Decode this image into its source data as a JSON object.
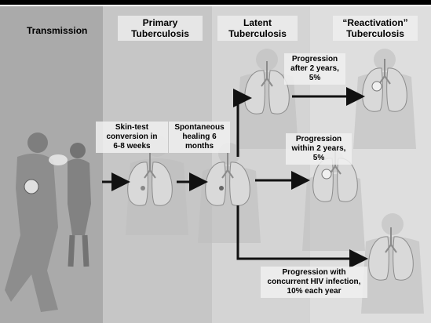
{
  "headers": {
    "transmission": "Transmission",
    "primary_line1": "Primary",
    "primary_line2": "Tuberculosis",
    "latent_line1": "Latent",
    "latent_line2": "Tuberculosis",
    "reactivation_line1": "“Reactivation”",
    "reactivation_line2": "Tuberculosis"
  },
  "labels": {
    "skin_test": [
      "Skin-test",
      "conversion in",
      "6-8 weeks"
    ],
    "spontaneous": [
      "Spontaneous",
      "healing 6",
      "months"
    ],
    "after_2_years": [
      "Progression",
      "after 2 years,",
      "5%"
    ],
    "within_2_years": [
      "Progression",
      "within 2 years,",
      "5%"
    ],
    "hiv": [
      "Progression with",
      "concurrent HIV infection,",
      "10% each year"
    ]
  },
  "colors": {
    "transmission_panel": "#aaaaaa",
    "primary_panel": "#c6c6c6",
    "latent_panel": "#d4d4d4",
    "reactivation_panel": "#dedede",
    "arrow": "#111111",
    "lung": "#d9d9d9"
  },
  "icons": [
    "mother-child-figure",
    "lungs-icon",
    "arrow-icon"
  ]
}
